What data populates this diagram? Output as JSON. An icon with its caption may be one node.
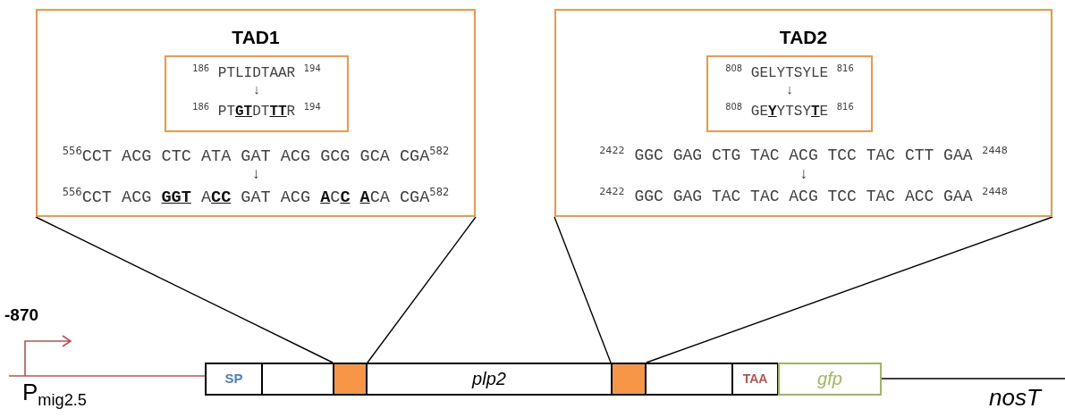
{
  "diagram": {
    "nodes": [
      {
        "text": [
          "TAD1",
          "$^{556}$CCT ACG CTC ATA GAT ACG GCG GCA CGA$^{582}$",
          "↓",
          "$^{556}$CCT ACG **GGT** A**CC** GAT ACG **A**C**C** **A**CA CGA$^{582}$"
        ]
      },
      {
        "text": [
          "$^{186}$ PTLIDTAAR $^{194}$",
          "↓",
          "$^{186}$ PT**GT**DT**TT**R $^{194}$"
        ],
        "in": 0
      },
      {
        "text": [
          "TAD2",
          "$^{2422}$ GGC GAG CTG TAC ACG TCC TAC CTT GAA $^{2448}$",
          "↓",
          "$^{2422}$ GGC GAG TAC TAC ACG TCC TAC ACC GAA $^{2448}$"
        ]
      },
      {
        "text": [
          "$^{808}$ GELYTSYLE $^{816}$",
          "↓",
          "$^{808}$ GE**Y**YTSY**T**E $^{816}$"
        ],
        "in": 2
      },
      {
        "text": [
          "SP"
        ]
      },
      {
        "text": [],
        "shape": "box"
      },
      {
        "text": [],
        "shape": "box"
      },
      {
        "text": [
          "plp2"
        ]
      },
      {
        "text": [],
        "shape": "box"
      },
      {
        "text": [],
        "shape": "box"
      },
      {
        "text": [
          "TAA"
        ]
      },
      {
        "text": [
          "gfp"
        ]
      }
    ],
    "edges": [
      {
        "from": 0,
        "to": 6,
        "arrow": "none"
      },
      {
        "from": 0,
        "to": 6,
        "arrow": "none"
      },
      {
        "from": 2,
        "to": 8,
        "arrow": "none"
      },
      {
        "from": 2,
        "to": 8,
        "arrow": "none"
      }
    ],
    "labels": [
      "-870",
      "P$_{mig2.5}$",
      "nosT"
    ]
  }
}
